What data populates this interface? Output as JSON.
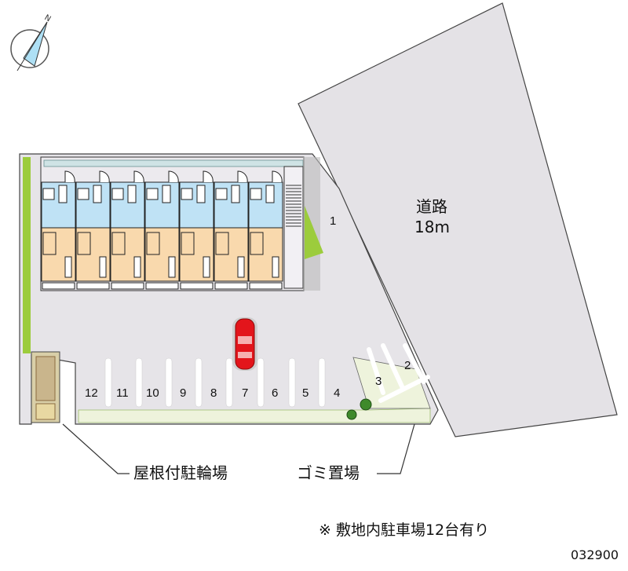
{
  "road": {
    "name": "道路",
    "width": "18m"
  },
  "parking_slots": [
    "1",
    "2",
    "3",
    "4",
    "5",
    "6",
    "7",
    "8",
    "9",
    "10",
    "11",
    "12"
  ],
  "callouts": {
    "bike_parking": "屋根付駐輪場",
    "garbage": "ゴミ置場"
  },
  "note": "※ 敷地内駐車場12台有り",
  "code": "032900",
  "colors": {
    "lot": "#e6e4e8",
    "road": "#e4e2e6",
    "wet_area": "#bfe2f5",
    "room": "#f9d9ad",
    "greenery": "#9ccc3c",
    "car": "#e3151b"
  },
  "building_units": 7,
  "compass": "north-arrow"
}
